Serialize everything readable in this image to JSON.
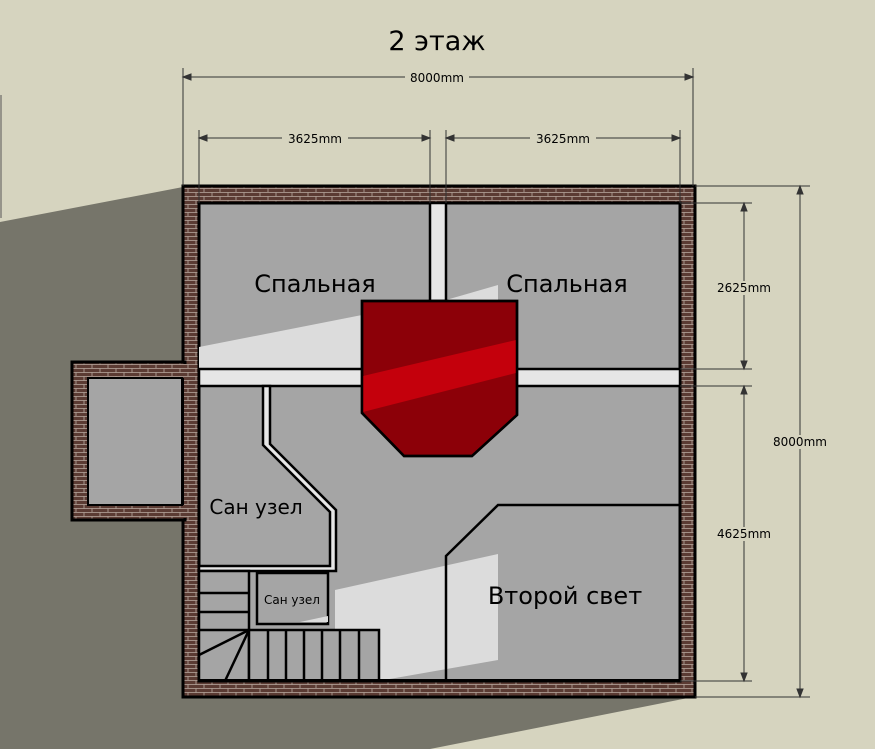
{
  "title": "2 этаж",
  "dimensions": {
    "total_width": "8000mm",
    "left_width": "3625mm",
    "right_width": "3625mm",
    "top_depth": "2625mm",
    "bottom_depth": "4625mm",
    "total_depth": "8000mm"
  },
  "rooms": {
    "bedroom_left": "Спальная",
    "bedroom_right": "Спальная",
    "bathroom_large": "Сан узел",
    "bathroom_small": "Сан узел",
    "second_light": "Второй свет"
  },
  "colors": {
    "background": "#d6d4bf",
    "shadow": "#76756a",
    "floor": "#a5a5a5",
    "brick": "#5b3b33",
    "chimney": "#8c0008",
    "chimney_highlight": "#c4000c"
  }
}
